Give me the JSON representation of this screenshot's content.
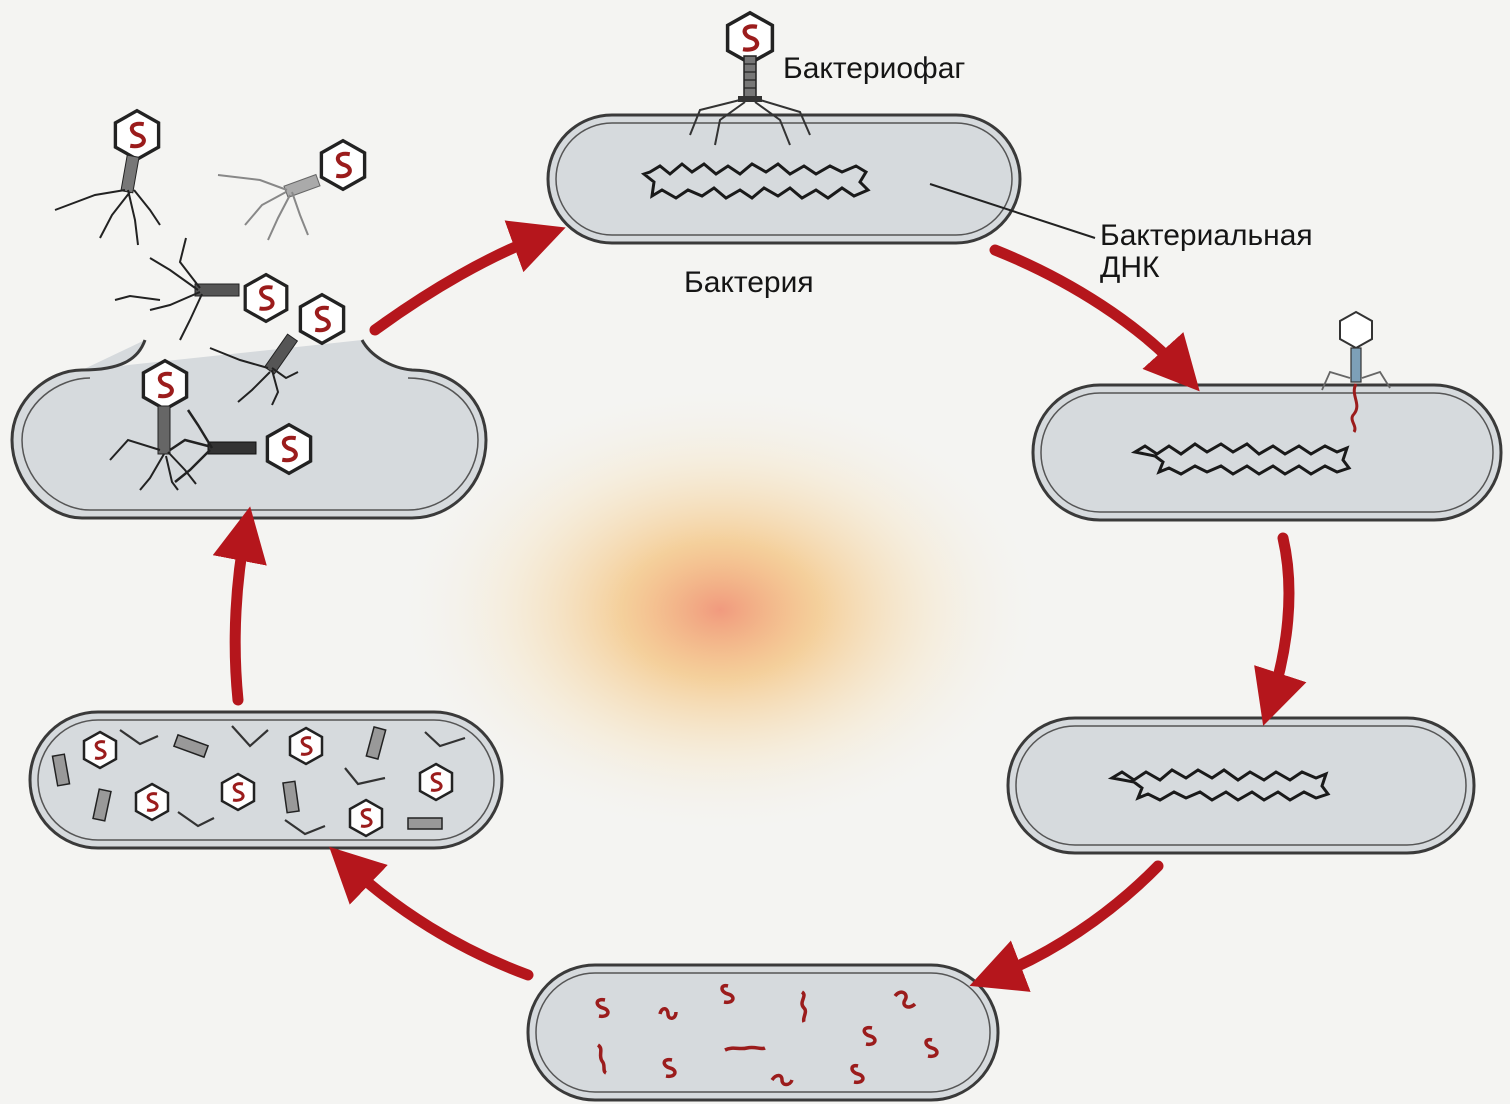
{
  "diagram": {
    "labels": {
      "bacteriophage": "Бактериофаг",
      "bacterium": "Бактерия",
      "bacterial_dna_line1": "Бактериальная",
      "bacterial_dna_line2": "ДНК"
    },
    "colors": {
      "arrow": "#b5161c",
      "cell_fill": "#d6dadd",
      "cell_outline": "#3a3a3a",
      "phage_dna": "#9b1c1c",
      "background": "#f4f4f2",
      "glow": "#f5a34a"
    },
    "stages": [
      "bacterium-with-attached-phage",
      "dna-injection",
      "host-dna-intact",
      "phage-dna-replication",
      "phage-assembly",
      "cell-lysis"
    ]
  }
}
